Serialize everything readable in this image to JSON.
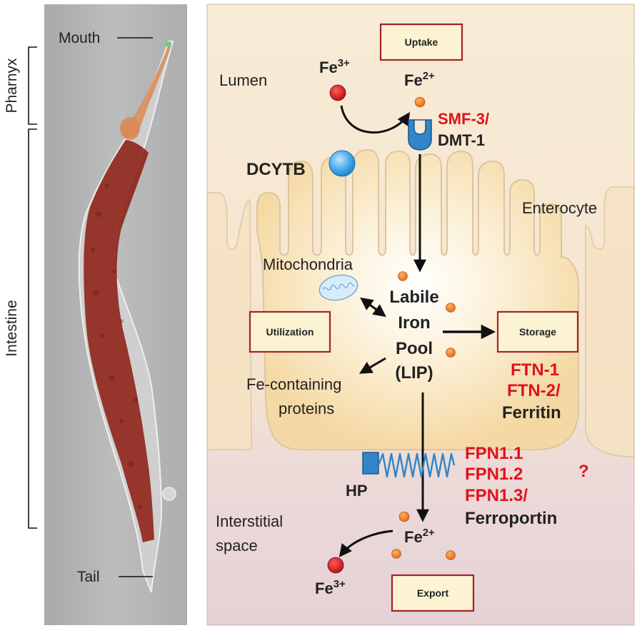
{
  "worm": {
    "mouth": "Mouth",
    "pharynx": "Pharnyx",
    "intestine": "Intestine",
    "tail": "Tail"
  },
  "boxes": {
    "uptake": "Uptake",
    "utilization": "Utilization",
    "storage": "Storage",
    "export": "Export"
  },
  "regions": {
    "lumen": "Lumen",
    "enterocyte": "Enterocyte",
    "mitochondria": "Mitochondria",
    "interstitial_line1": "Interstitial",
    "interstitial_line2": "space",
    "fe_proteins_line1": "Fe-containing",
    "fe_proteins_line2": "proteins"
  },
  "iron": {
    "fe": "Fe",
    "plus3": "3+",
    "plus2": "2+",
    "lip_line1": "Labile",
    "lip_line2": "Iron",
    "lip_line3": "Pool",
    "lip_line4": "(LIP)"
  },
  "proteins": {
    "dcytb": "DCYTB",
    "smf3": "SMF-3/",
    "dmt1": "DMT-1",
    "ftn1": "FTN-1",
    "ftn2": "FTN-2/",
    "ferritin": "Ferritin",
    "fpn11": "FPN1.1",
    "fpn12": "FPN1.2",
    "fpn13": "FPN1.3/",
    "ferroportin": "Ferroportin",
    "hp": "HP",
    "question": "?"
  },
  "colors": {
    "red_label": "#e0121b",
    "fe3_dot": "#d4141c",
    "fe2_dot": "#ee7a20",
    "transporter": "#2f86c8",
    "panel_bg": "#f6e8d0",
    "cell_fill": "#f8e4bc",
    "intestine": "#8e2418",
    "pharynx": "#d98a55"
  }
}
